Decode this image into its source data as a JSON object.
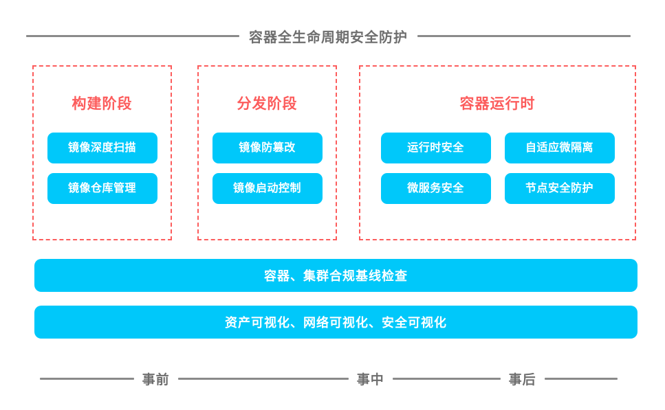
{
  "header": {
    "title": "容器全生命周期安全防护"
  },
  "colors": {
    "accent_blue": "#00c8fa",
    "accent_red": "#fc5c5c",
    "rule_gray": "#8a8a8a",
    "text_gray": "#6e6e6e",
    "background": "#ffffff"
  },
  "phases": [
    {
      "id": "build",
      "title": "构建阶段",
      "capabilities": [
        "镜像深度扫描",
        "镜像仓库管理"
      ]
    },
    {
      "id": "distribution",
      "title": "分发阶段",
      "capabilities": [
        "镜像防篡改",
        "镜像启动控制"
      ]
    },
    {
      "id": "runtime",
      "title": "容器运行时",
      "capabilities": [
        "运行时安全",
        "自适应微隔离",
        "微服务安全",
        "节点安全防护"
      ]
    }
  ],
  "bars": [
    {
      "id": "compliance-baseline",
      "label": "容器、集群合规基线检查"
    },
    {
      "id": "visualization",
      "label": "资产可视化、网络可视化、安全可视化"
    }
  ],
  "timeline": {
    "labels": [
      "事前",
      "事中",
      "事后"
    ]
  }
}
